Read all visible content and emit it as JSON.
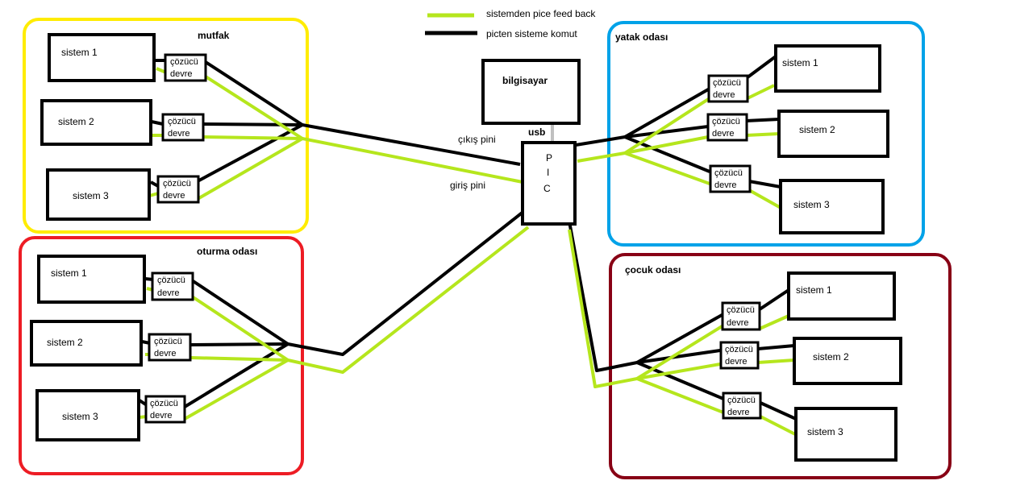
{
  "legend": {
    "feedback": {
      "label": "sistemden pice feed back",
      "color": "#b5e61d"
    },
    "command": {
      "label": "picten sisteme komut",
      "color": "#000000"
    }
  },
  "computer": {
    "label": "bilgisayar"
  },
  "usb_label": "usb",
  "pic": {
    "letters": [
      "P",
      "I",
      "C"
    ]
  },
  "pins": {
    "output": "çıkış pini",
    "input": "giriş pini"
  },
  "decoder": {
    "line1": "çözücü",
    "line2": "devre"
  },
  "rooms": [
    {
      "id": "mutfak",
      "title": "mutfak",
      "color": "#ffec00",
      "systems": [
        "sistem 1",
        "sistem 2",
        "sistem 3"
      ]
    },
    {
      "id": "oturma",
      "title": "oturma odası",
      "color": "#ed1c24",
      "systems": [
        "sistem 1",
        "sistem 2",
        "sistem 3"
      ]
    },
    {
      "id": "yatak",
      "title": "yatak odası",
      "color": "#00a2e8",
      "systems": [
        "sistem 1",
        "sistem 2",
        "sistem 3"
      ]
    },
    {
      "id": "cocuk",
      "title": "çocuk odası",
      "color": "#880015",
      "systems": [
        "sistem 1",
        "sistem 2",
        "sistem 3"
      ]
    }
  ]
}
